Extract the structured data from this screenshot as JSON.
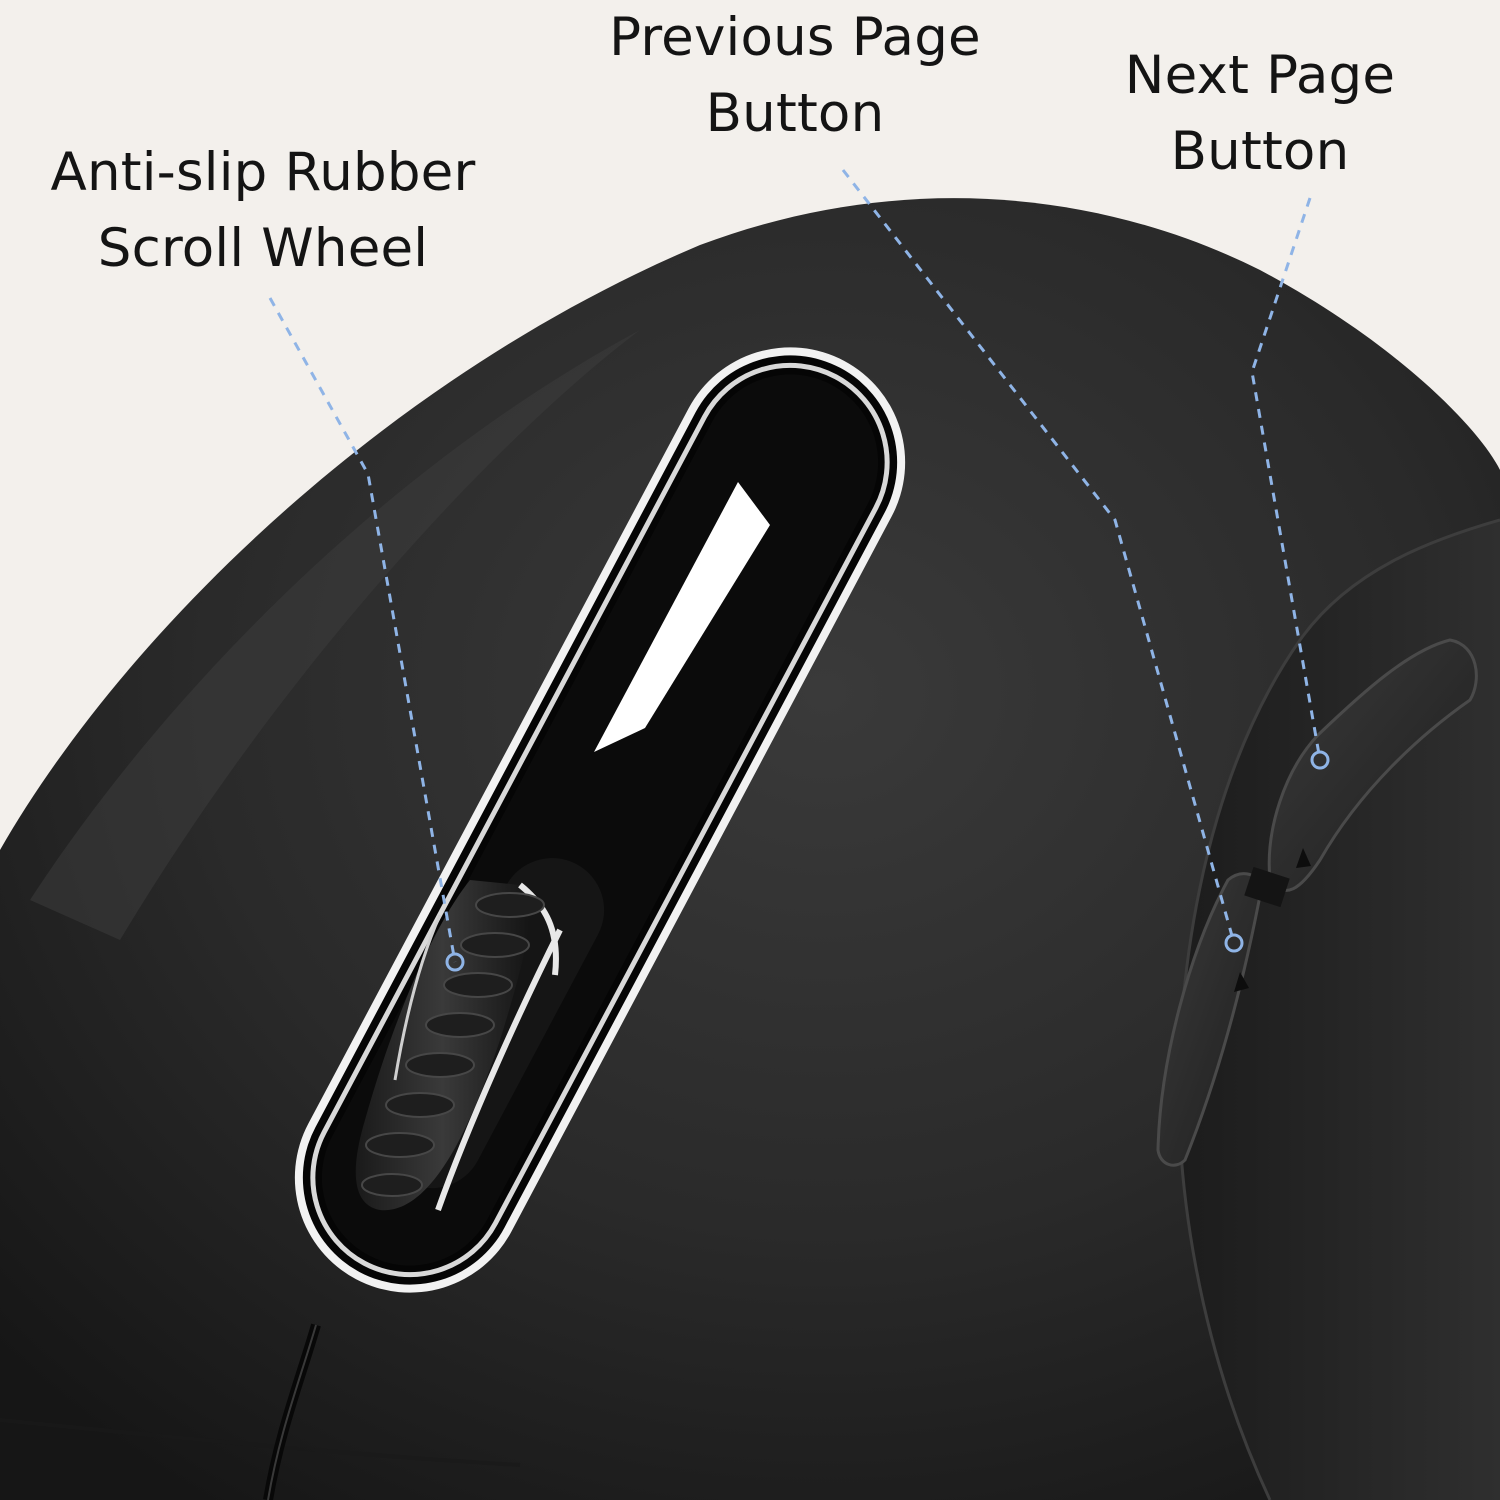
{
  "colors": {
    "background": "#f3f0ec",
    "mouse_body": "#2b2b2b",
    "gloss_panel": "#0a0a0a",
    "chrome_trim": "#e6e6e6",
    "leader_line": "#8fb4e6",
    "label_text": "#141414"
  },
  "callouts": {
    "scroll_wheel": {
      "line1": "Anti-slip Rubber",
      "line2": "Scroll Wheel"
    },
    "previous_page": {
      "line1": "Previous Page",
      "line2": "Button"
    },
    "next_page": {
      "line1": "Next Page",
      "line2": "Button"
    }
  },
  "icons": {
    "page_up_arrow": "triangle-up",
    "page_down_arrow": "triangle-down"
  }
}
